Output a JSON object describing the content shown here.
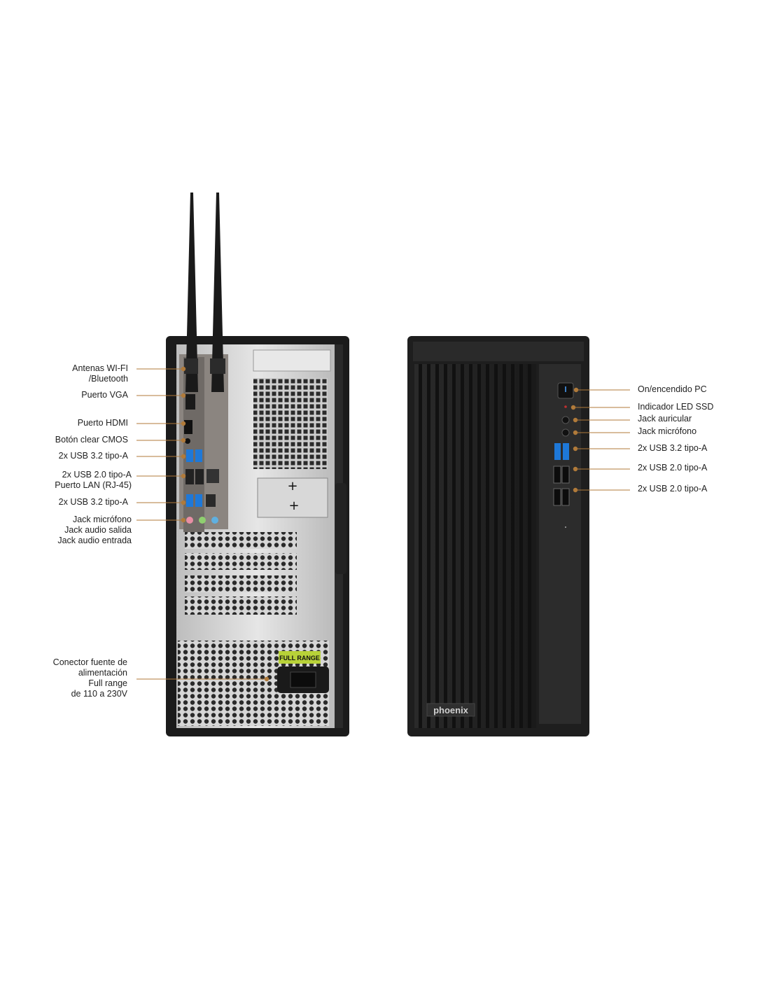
{
  "back_labels": [
    {
      "id": "wifi-antennas",
      "lines": [
        "Antenas WI-FI",
        "/Bluetooth"
      ]
    },
    {
      "id": "vga-port",
      "lines": [
        "Puerto VGA"
      ]
    },
    {
      "id": "hdmi-port",
      "lines": [
        "Puerto HDMI"
      ]
    },
    {
      "id": "clear-cmos-button",
      "lines": [
        "Botón clear CMOS"
      ]
    },
    {
      "id": "usb32-top",
      "lines": [
        "2x USB 3.2 tipo-A"
      ]
    },
    {
      "id": "usb20-lan",
      "lines": [
        "2x USB 2.0 tipo-A",
        "Puerto LAN (RJ-45)"
      ]
    },
    {
      "id": "usb32-bottom",
      "lines": [
        "2x USB 3.2 tipo-A"
      ]
    },
    {
      "id": "audio-jacks",
      "lines": [
        "Jack micrófono",
        "Jack  audio salida",
        "Jack audio entrada"
      ]
    },
    {
      "id": "power-connector",
      "lines": [
        "Conector fuente de",
        "alimentación",
        "Full range",
        "de 110 a 230V"
      ]
    }
  ],
  "front_labels": [
    {
      "id": "power-button",
      "lines": [
        "On/encendido PC"
      ]
    },
    {
      "id": "ssd-led",
      "lines": [
        "Indicador LED SSD"
      ]
    },
    {
      "id": "headphone-jack",
      "lines": [
        "Jack  auricular"
      ]
    },
    {
      "id": "mic-jack",
      "lines": [
        "Jack  micrófono"
      ]
    },
    {
      "id": "front-usb32",
      "lines": [
        "2x USB 3.2 tipo-A"
      ]
    },
    {
      "id": "front-usb20-a",
      "lines": [
        "2x USB 2.0 tipo-A"
      ]
    },
    {
      "id": "front-usb20-b",
      "lines": [
        "2x USB 2.0 tipo-A"
      ]
    }
  ],
  "brand_logo": "phoenix",
  "psu_badge": "FULL RANGE",
  "colors": {
    "leader": "#b07a3a",
    "case": "#1c1c1c",
    "usb3": "#1e78d8"
  }
}
